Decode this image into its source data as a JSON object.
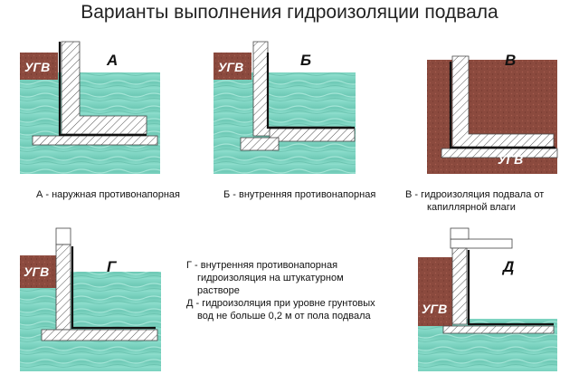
{
  "title": "Варианты выполнения гидроизоляции подвала",
  "labels": {
    "ugv": "УГВ",
    "letter_a": "А",
    "letter_b": "Б",
    "letter_v": "В",
    "letter_g": "Г",
    "letter_d": "Д"
  },
  "captions": {
    "a": "А - наружная противонапорная",
    "b": "Б - внутренняя противонапорная",
    "v_line1": "В - гидроизоляция подвала от",
    "v_line2": "капиллярной влаги",
    "g_line1": "Г - внутренняя противонапорная",
    "g_line2": "гидроизоляция на штукатурном",
    "g_line3": "растворе",
    "d_line1": "Д - гидроизоляция при уровне грунтовых",
    "d_line2": "вод не больше 0,2 м от пола подвала"
  },
  "colors": {
    "water": "#7fd4c2",
    "soil": "#8b4a3e",
    "hatch": "#4a4a4a",
    "membrane": "#111111"
  }
}
